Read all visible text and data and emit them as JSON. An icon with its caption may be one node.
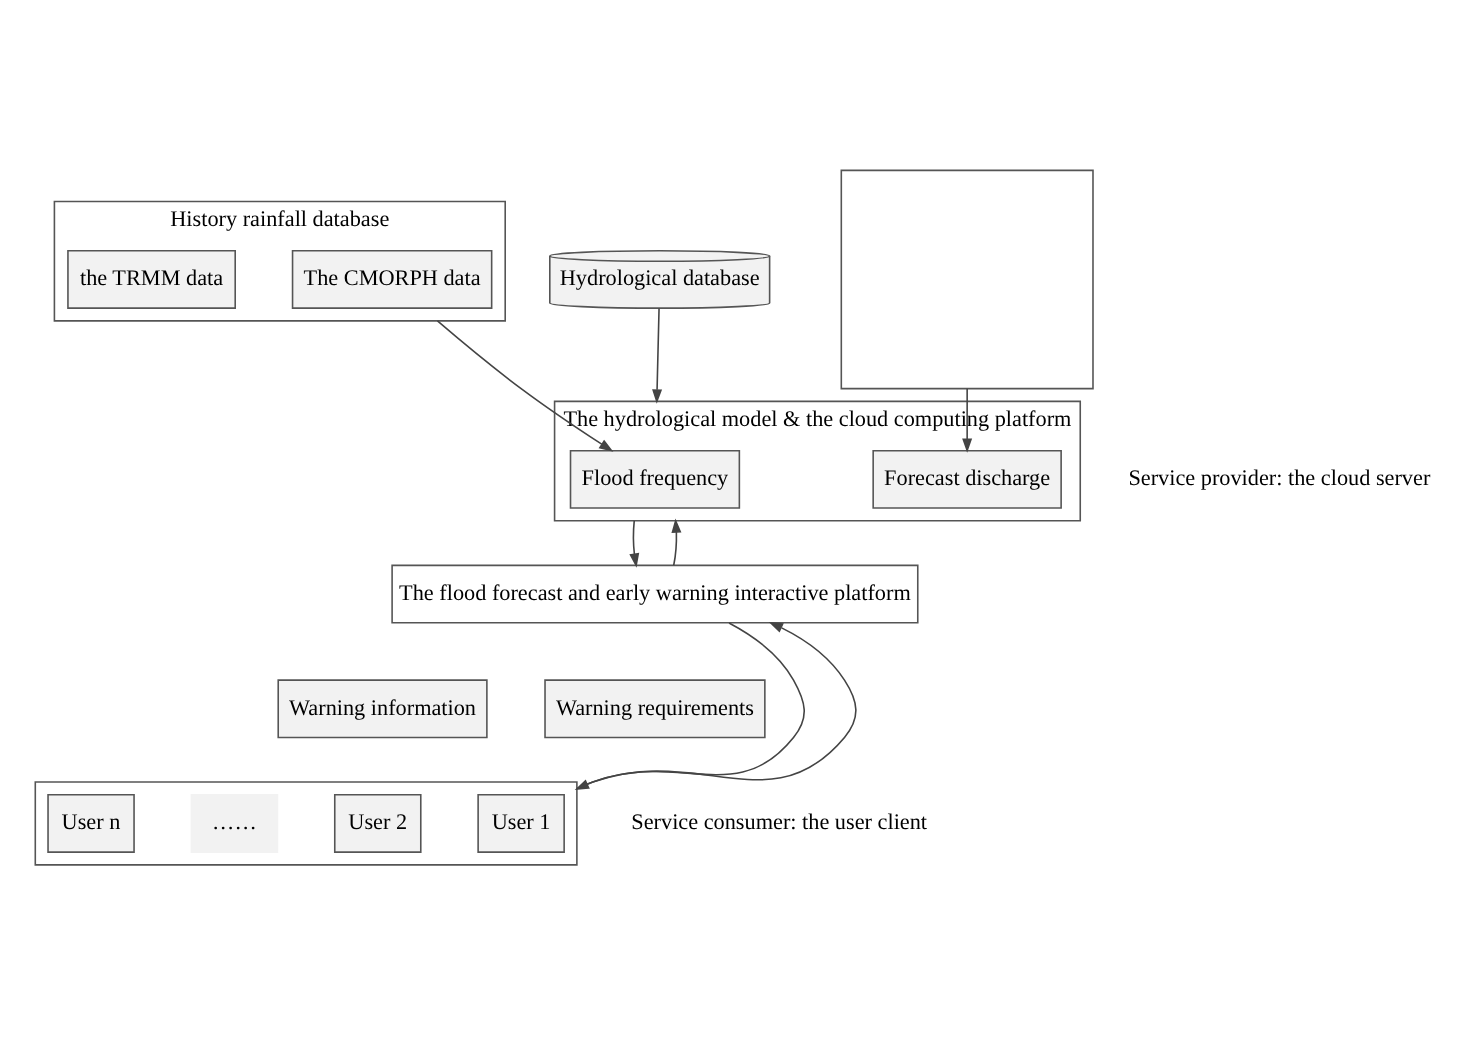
{
  "diagram": {
    "nodes": [
      {
        "text": [
          "History rainfall database"
        ]
      },
      {
        "text": [
          "The CMORPH data"
        ],
        "in": 0
      },
      {
        "text": [
          "the TRMM data"
        ],
        "in": 0
      },
      {
        "text": [
          "Hydrological database"
        ]
      },
      {
        "text": [],
        "shape": "box"
      },
      {
        "text": [
          "The hydrological model & the cloud computing platform"
        ]
      },
      {
        "text": [
          "Flood frequency"
        ],
        "in": 5
      },
      {
        "text": [
          "Forecast discharge"
        ],
        "in": 5
      },
      {
        "text": [
          "The flood forecast and early warning interactive platform"
        ]
      },
      {
        "text": [
          "Warning information"
        ]
      },
      {
        "text": [
          "Warning requirements"
        ]
      },
      {
        "text": [],
        "shape": "box"
      },
      {
        "text": [
          "User 1"
        ],
        "in": 11
      },
      {
        "text": [
          "User 2"
        ],
        "in": 11
      },
      {
        "text": [
          "……"
        ],
        "in": 11
      },
      {
        "text": [
          "User n"
        ],
        "in": 11
      }
    ],
    "edges": [
      {
        "from": 0,
        "to": 6,
        "arrow": "to"
      },
      {
        "from": 3,
        "to": 5,
        "arrow": "to"
      },
      {
        "from": 4,
        "to": 7,
        "arrow": "to"
      },
      {
        "from": 5,
        "to": 8,
        "arrow": "to"
      },
      {
        "from": 8,
        "to": 5,
        "arrow": "to"
      },
      {
        "from": 8,
        "to": 11,
        "arrow": "to"
      },
      {
        "from": 11,
        "to": 8,
        "arrow": "to"
      }
    ],
    "labels": [
      "Service provider: the cloud server",
      "Service consumer: the user client"
    ]
  }
}
